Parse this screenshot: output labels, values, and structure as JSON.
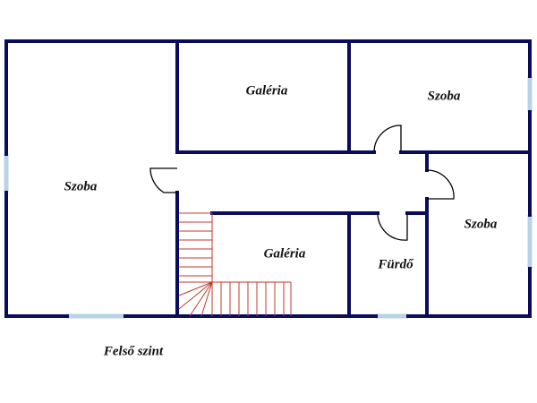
{
  "rooms": {
    "left_szoba": "Szoba",
    "galeria_top": "Galéria",
    "szoba_top_right": "Szoba",
    "szoba_right": "Szoba",
    "galeria_bottom": "Galéria",
    "furdo": "Fürdő"
  },
  "caption": "Felső szint",
  "colors": {
    "wall": "#0b0b5e",
    "window": "#b9d3e6",
    "stairs": "#c0392b"
  }
}
